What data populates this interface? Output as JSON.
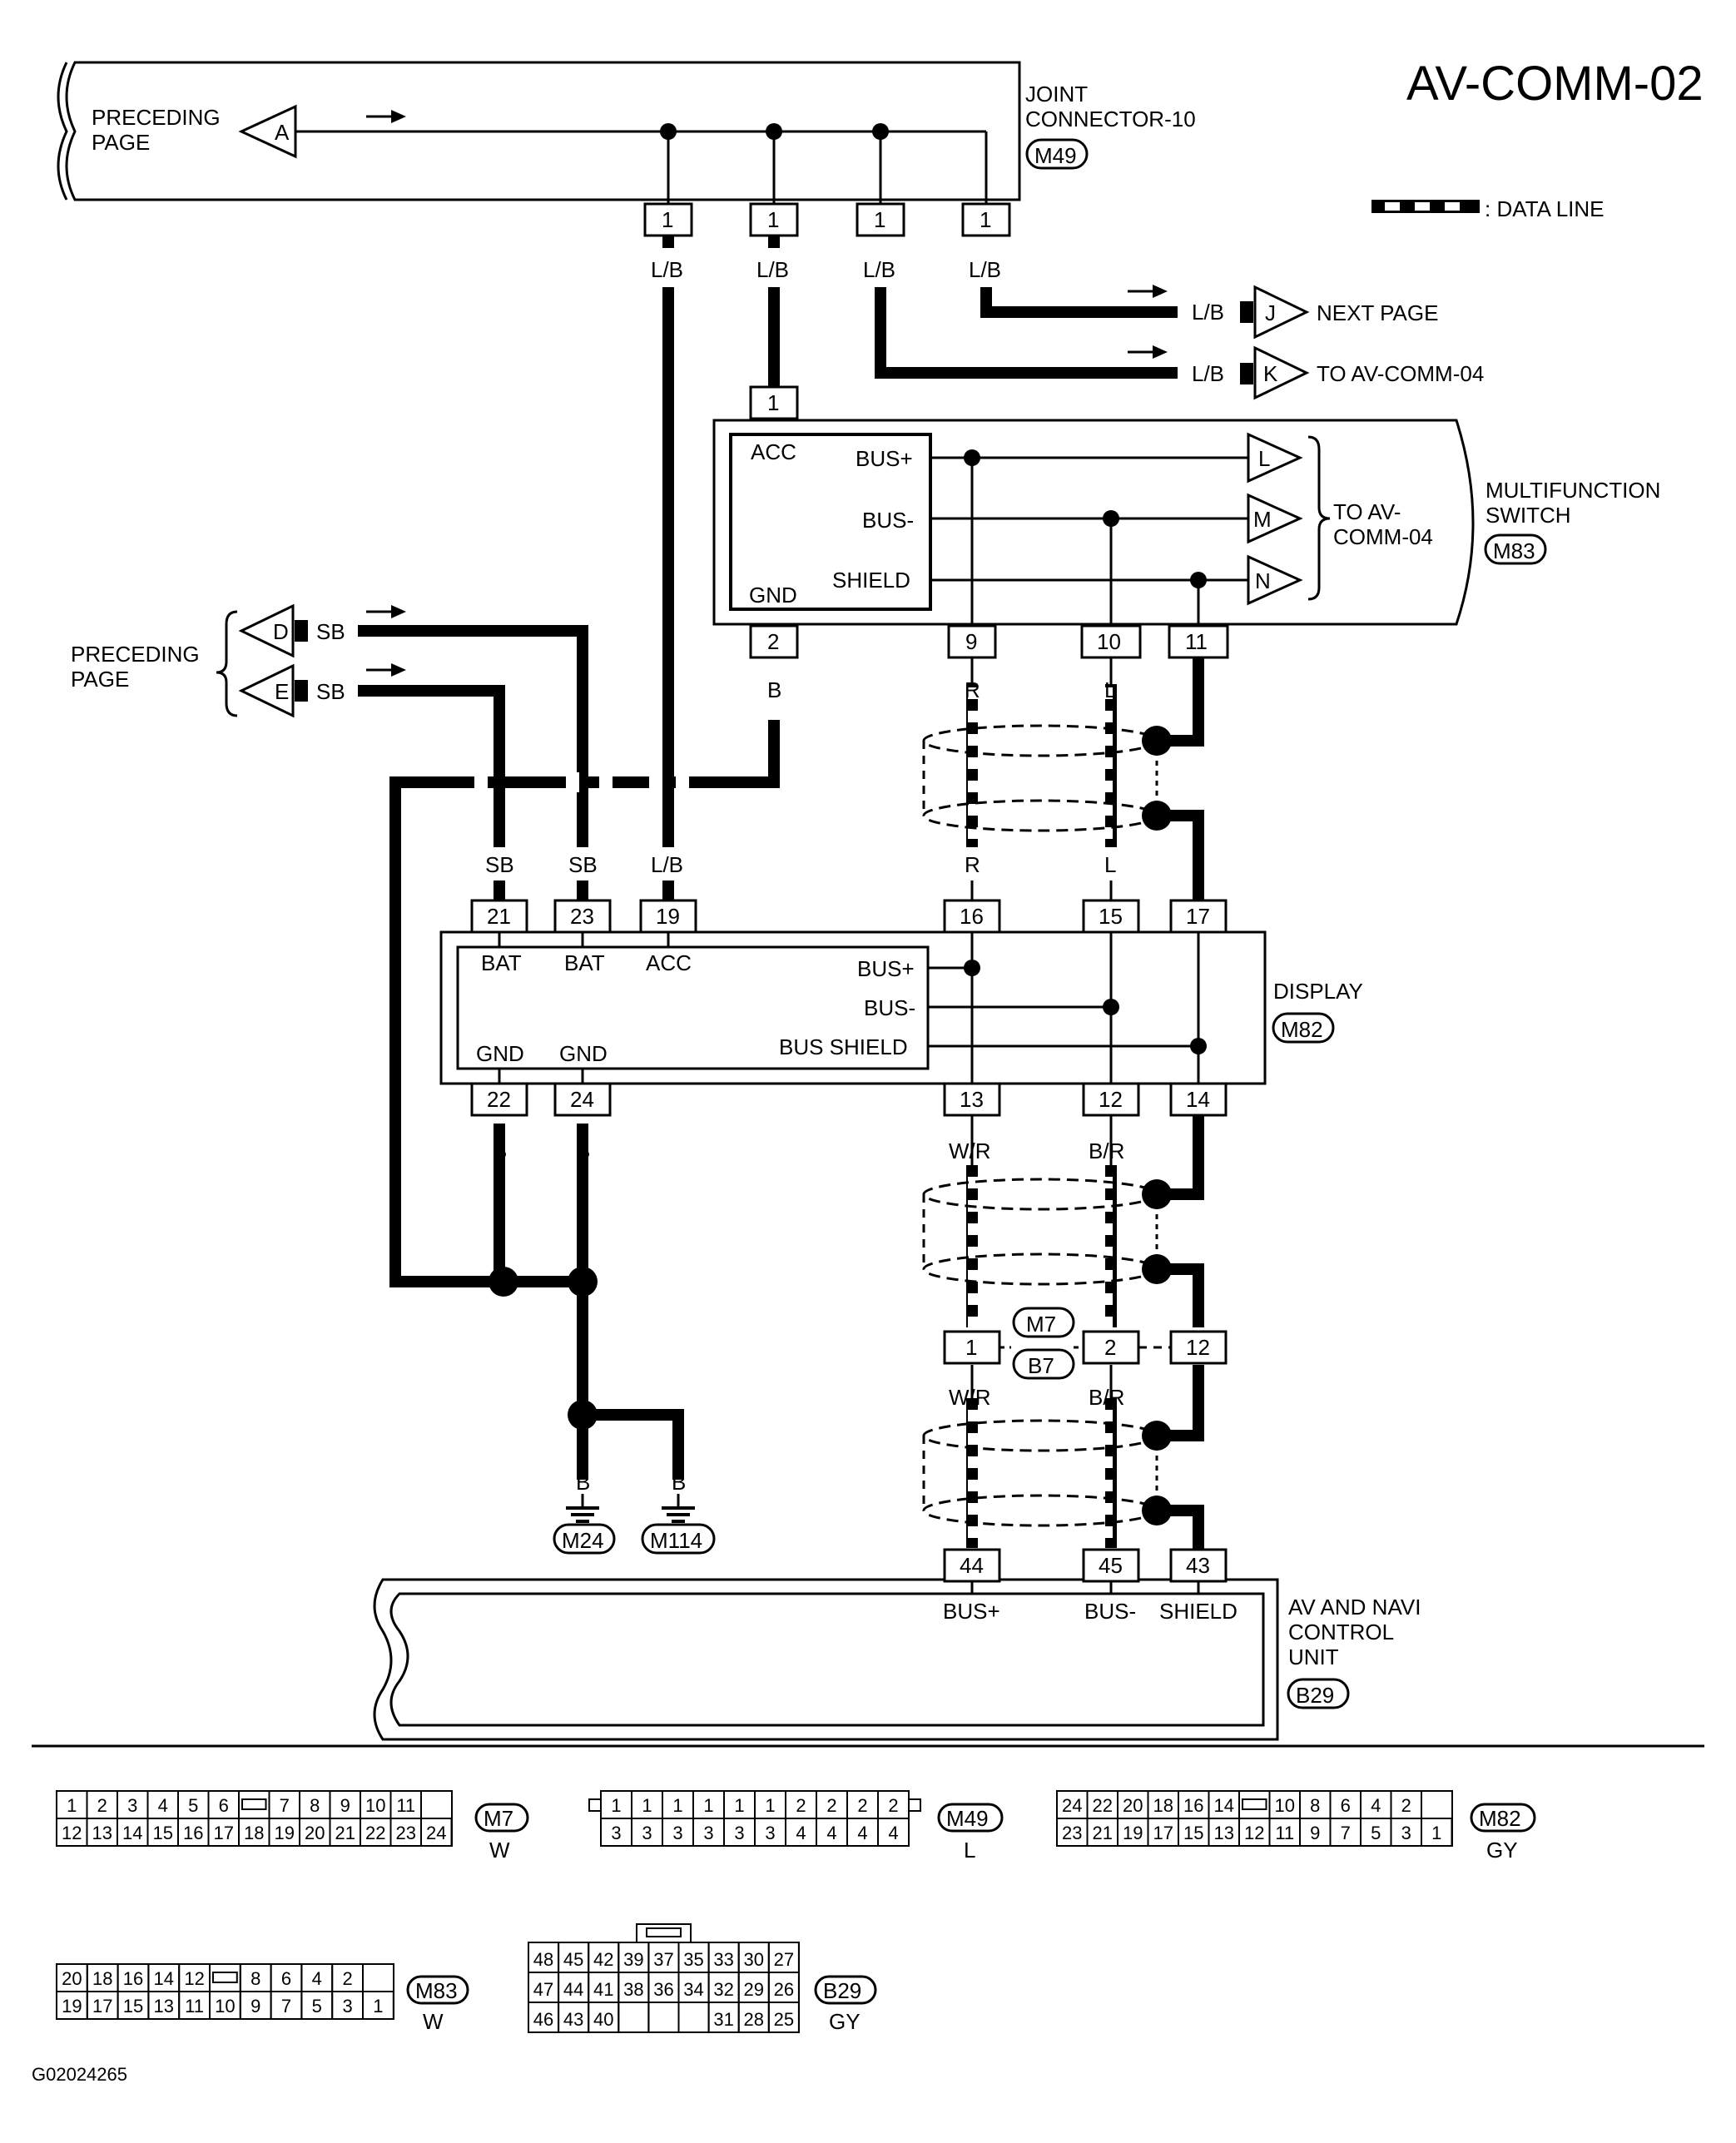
{
  "page_code": "AV-COMM-02",
  "legend": {
    "data_line": ": DATA LINE"
  },
  "figure_id": "G02024265",
  "joint_connector": {
    "title_line1": "JOINT",
    "title_line2": "CONNECTOR-10",
    "id": "M49",
    "pins": [
      "1",
      "1",
      "1",
      "1"
    ],
    "wire_colors": [
      "L/B",
      "L/B",
      "L/B",
      "L/B"
    ]
  },
  "preceding_page_top": {
    "line1": "PRECEDING",
    "line2": "PAGE",
    "marker": "A"
  },
  "preceding_page_left": {
    "line1": "PRECEDING",
    "line2": "PAGE",
    "marker_d": "D",
    "marker_e": "E",
    "wire_d": "SB",
    "wire_e": "SB"
  },
  "next_page": {
    "marker": "J",
    "label": "NEXT PAGE",
    "wire": "L/B"
  },
  "to_comm04": {
    "marker": "K",
    "label": "TO AV-COMM-04",
    "wire": "L/B"
  },
  "multifunction_switch": {
    "title_line1": "MULTIFUNCTION",
    "title_line2": "SWITCH",
    "id": "M83",
    "pin_acc": "1",
    "term_acc": "ACC",
    "pin_gnd": "2",
    "term_gnd": "GND",
    "term_bus_plus": "BUS+",
    "term_bus_minus": "BUS-",
    "term_shield": "SHIELD",
    "pins_bottom": [
      "9",
      "10",
      "11"
    ],
    "markers": [
      "L",
      "M",
      "N"
    ],
    "to_label_line1": "TO AV-",
    "to_label_line2": "COMM-04",
    "wire_gnd": "B"
  },
  "upper_shield_wires": {
    "top": [
      "R",
      "L"
    ],
    "bottom": [
      "R",
      "L"
    ]
  },
  "display": {
    "title": "DISPLAY",
    "id": "M82",
    "pins_top": [
      "21",
      "23",
      "19",
      "16",
      "15",
      "17"
    ],
    "wires_top": [
      "SB",
      "SB",
      "L/B"
    ],
    "terms_top": [
      "BAT",
      "BAT",
      "ACC"
    ],
    "term_bus_plus": "BUS+",
    "term_bus_minus": "BUS-",
    "term_bus_shield": "BUS SHIELD",
    "terms_bottom": [
      "GND",
      "GND"
    ],
    "pins_bottom": [
      "22",
      "24",
      "13",
      "12",
      "14"
    ],
    "wires_bottom": [
      "B",
      "B",
      "W/R",
      "B/R"
    ]
  },
  "junction": {
    "id_top": "M7",
    "id_bottom": "B7",
    "pins": [
      "1",
      "2",
      "12"
    ],
    "wires": [
      "W/R",
      "B/R"
    ]
  },
  "grounds": {
    "wires": [
      "B",
      "B"
    ],
    "ids": [
      "M24",
      "M114"
    ]
  },
  "av_navi_unit": {
    "title_line1": "AV AND NAVI",
    "title_line2": "CONTROL",
    "title_line3": "UNIT",
    "id": "B29",
    "pins": [
      "44",
      "45",
      "43"
    ],
    "terms": [
      "BUS+",
      "BUS-",
      "SHIELD"
    ]
  },
  "connector_faces": {
    "m7": {
      "id": "M7",
      "color": "W",
      "top": [
        "1",
        "2",
        "3",
        "4",
        "5",
        "6",
        "",
        "7",
        "8",
        "9",
        "10",
        "11"
      ],
      "bottom": [
        "12",
        "13",
        "14",
        "15",
        "16",
        "17",
        "18",
        "19",
        "20",
        "21",
        "22",
        "23",
        "24"
      ]
    },
    "m49": {
      "id": "M49",
      "color": "L",
      "top": [
        "1",
        "1",
        "1",
        "1",
        "1",
        "1",
        "2",
        "2",
        "2",
        "2"
      ],
      "bottom": [
        "3",
        "3",
        "3",
        "3",
        "3",
        "3",
        "4",
        "4",
        "4",
        "4"
      ]
    },
    "m82": {
      "id": "M82",
      "color": "GY",
      "top": [
        "24",
        "22",
        "20",
        "18",
        "16",
        "14",
        "",
        "10",
        "8",
        "6",
        "4",
        "2"
      ],
      "bottom": [
        "23",
        "21",
        "19",
        "17",
        "15",
        "13",
        "12",
        "11",
        "9",
        "7",
        "5",
        "3",
        "1"
      ]
    },
    "m83": {
      "id": "M83",
      "color": "W",
      "top": [
        "20",
        "18",
        "16",
        "14",
        "12",
        "",
        "8",
        "6",
        "4",
        "2"
      ],
      "bottom": [
        "19",
        "17",
        "15",
        "13",
        "11",
        "10",
        "9",
        "7",
        "5",
        "3",
        "1"
      ]
    },
    "b29": {
      "id": "B29",
      "color": "GY",
      "row1": [
        "48",
        "45",
        "42",
        "39",
        "37",
        "35",
        "33",
        "30",
        "27"
      ],
      "row2": [
        "47",
        "44",
        "41",
        "38",
        "36",
        "34",
        "32",
        "29",
        "26"
      ],
      "row3": [
        "46",
        "43",
        "40",
        "",
        "",
        "",
        "31",
        "28",
        "25"
      ]
    }
  }
}
